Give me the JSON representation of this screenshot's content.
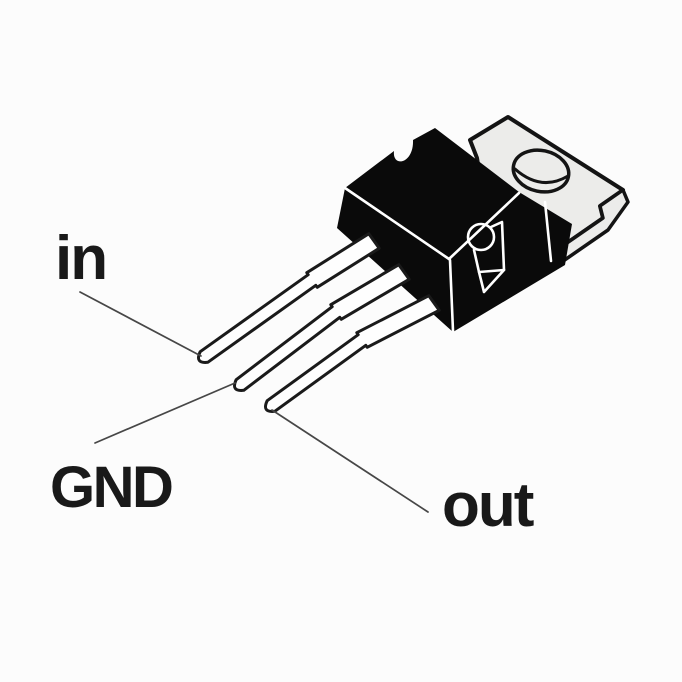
{
  "diagram": {
    "labels": {
      "pin_left": "in",
      "pin_middle": "GND",
      "pin_right": "out"
    },
    "colors": {
      "background": "#fcfcfc",
      "body_fill": "#0a0a0a",
      "tab_fill": "#ececea",
      "outline": "#141414",
      "edge_highlight": "#ffffff",
      "lead_fill": "#fefefe",
      "lead_outline": "#1a1a1a",
      "leader_line": "#474747",
      "label_color": "#191919"
    }
  }
}
